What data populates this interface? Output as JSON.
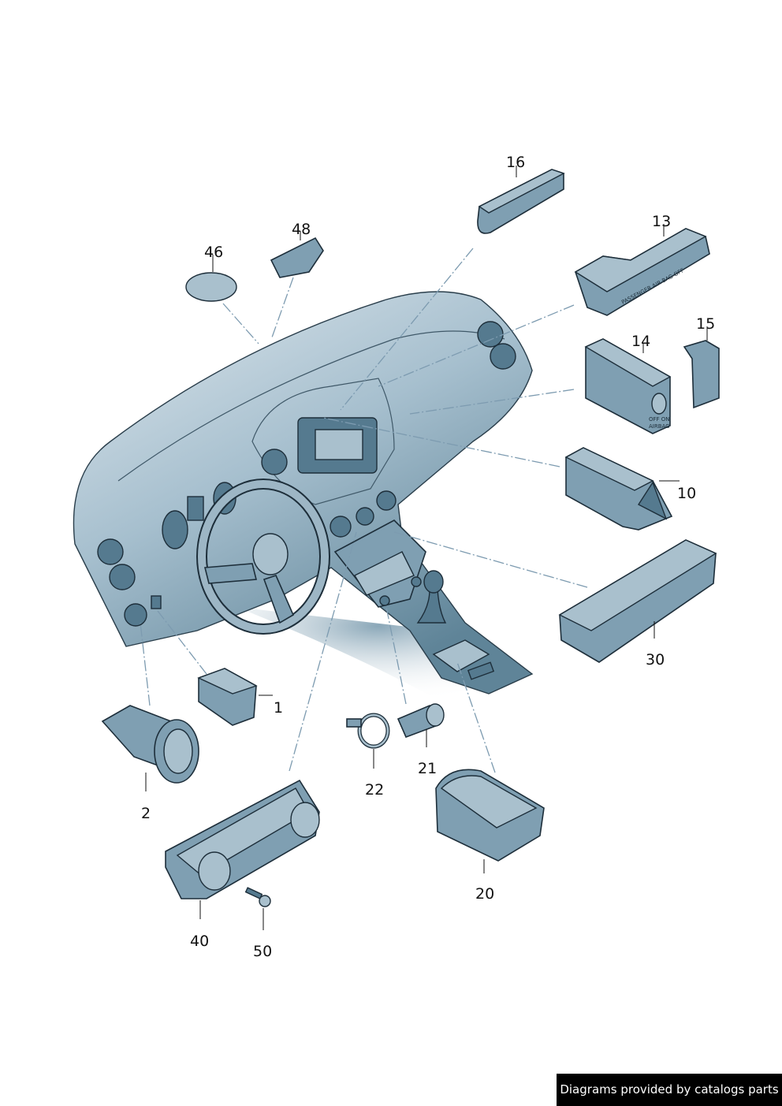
{
  "diagram": {
    "callouts": {
      "c1": "1",
      "c2": "2",
      "c10": "10",
      "c13": "13",
      "c14": "14",
      "c15": "15",
      "c16": "16",
      "c20": "20",
      "c21": "21",
      "c22": "22",
      "c30": "30",
      "c40": "40",
      "c46": "46",
      "c48": "48",
      "c50": "50"
    },
    "part_lettering": {
      "airbag_panel": "PASSENGER AIR BAG OFF",
      "airbag_switch_line1": "OFF ON",
      "airbag_switch_line2": "AIRBAG"
    }
  },
  "footer": {
    "credit": "Diagrams provided by catalogs parts"
  }
}
